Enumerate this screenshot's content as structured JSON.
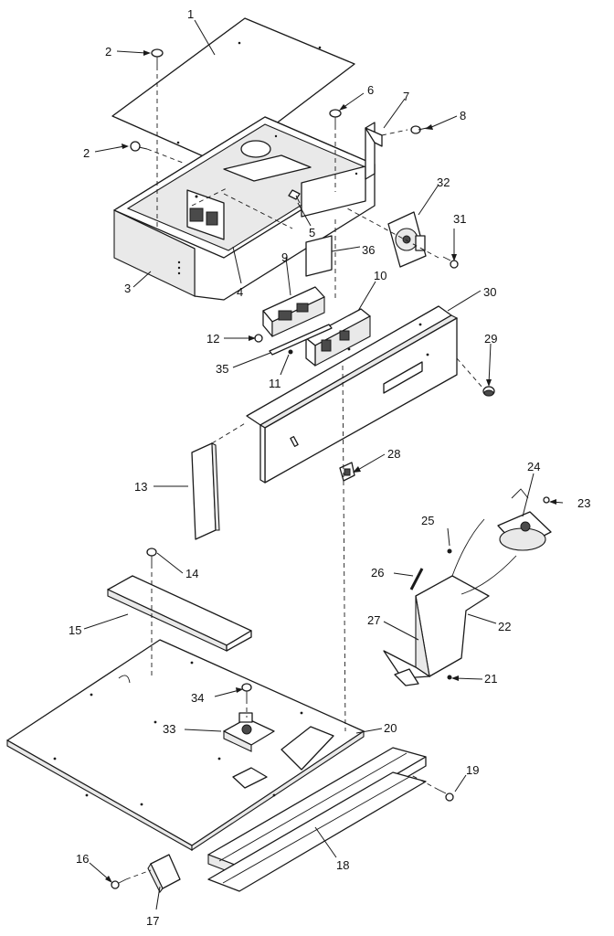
{
  "callouts": [
    {
      "id": "1",
      "label": "1"
    },
    {
      "id": "2a",
      "label": "2"
    },
    {
      "id": "2b",
      "label": "2"
    },
    {
      "id": "3",
      "label": "3"
    },
    {
      "id": "4",
      "label": "4"
    },
    {
      "id": "5",
      "label": "5"
    },
    {
      "id": "6",
      "label": "6"
    },
    {
      "id": "7",
      "label": "7"
    },
    {
      "id": "8",
      "label": "8"
    },
    {
      "id": "9",
      "label": "9"
    },
    {
      "id": "10",
      "label": "10"
    },
    {
      "id": "11",
      "label": "11"
    },
    {
      "id": "12",
      "label": "12"
    },
    {
      "id": "13",
      "label": "13"
    },
    {
      "id": "14",
      "label": "14"
    },
    {
      "id": "15",
      "label": "15"
    },
    {
      "id": "16",
      "label": "16"
    },
    {
      "id": "17",
      "label": "17"
    },
    {
      "id": "18",
      "label": "18"
    },
    {
      "id": "19",
      "label": "19"
    },
    {
      "id": "20",
      "label": "20"
    },
    {
      "id": "21",
      "label": "21"
    },
    {
      "id": "22",
      "label": "22"
    },
    {
      "id": "23",
      "label": "23"
    },
    {
      "id": "24",
      "label": "24"
    },
    {
      "id": "25",
      "label": "25"
    },
    {
      "id": "26",
      "label": "26"
    },
    {
      "id": "27",
      "label": "27"
    },
    {
      "id": "28",
      "label": "28"
    },
    {
      "id": "29",
      "label": "29"
    },
    {
      "id": "30",
      "label": "30"
    },
    {
      "id": "31",
      "label": "31"
    },
    {
      "id": "32",
      "label": "32"
    },
    {
      "id": "33",
      "label": "33"
    },
    {
      "id": "34",
      "label": "34"
    },
    {
      "id": "35",
      "label": "35"
    },
    {
      "id": "36",
      "label": "36"
    }
  ]
}
